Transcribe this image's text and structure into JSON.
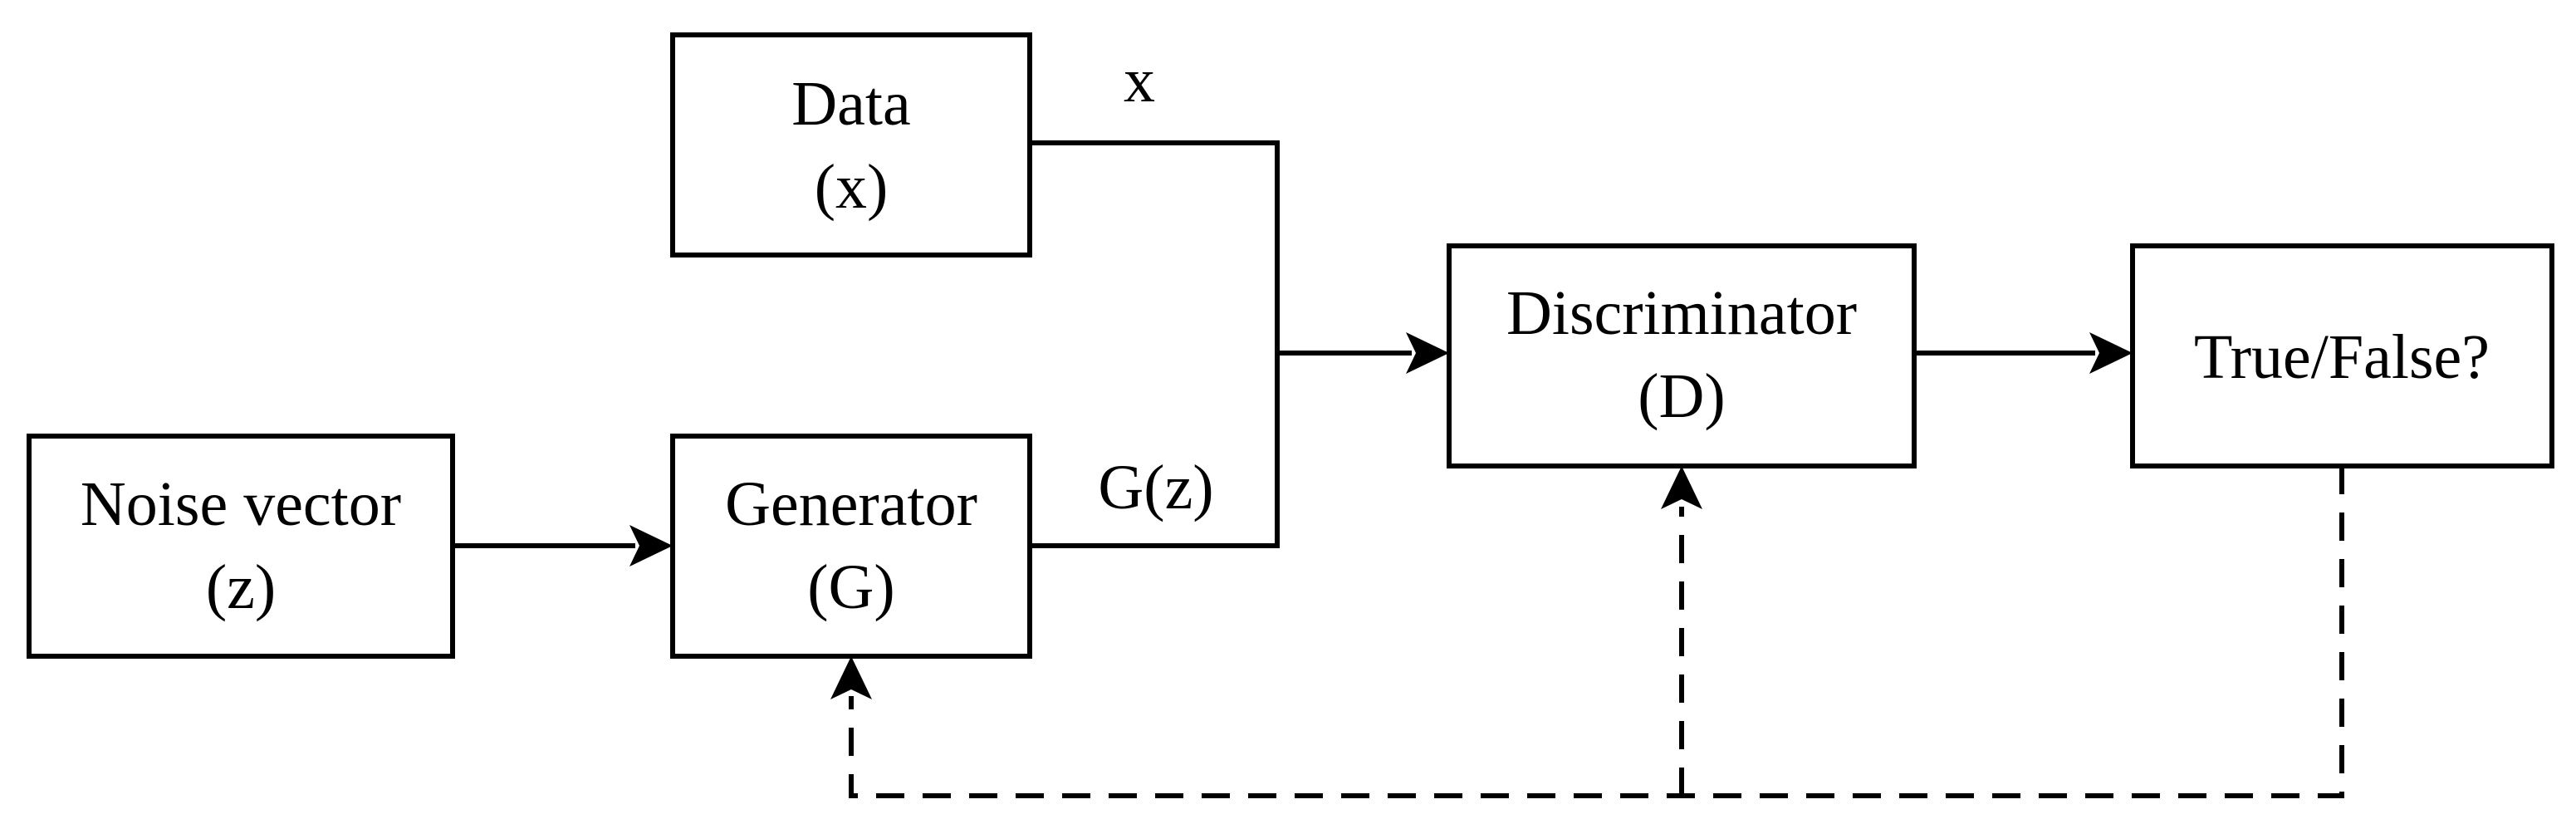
{
  "nodes": {
    "data": {
      "line1": "Data",
      "line2": "(x)"
    },
    "noise": {
      "line1": "Noise vector",
      "line2": "(z)"
    },
    "generator": {
      "line1": "Generator",
      "line2": "(G)"
    },
    "discriminator": {
      "line1": "Discriminator",
      "line2": "(D)"
    },
    "output": {
      "line1": "True/False?"
    }
  },
  "edge_labels": {
    "x": "x",
    "gz": "G(z)"
  }
}
